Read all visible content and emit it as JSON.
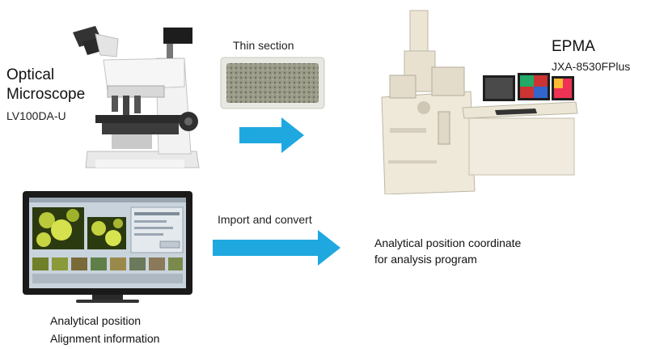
{
  "microscope": {
    "name_line1": "Optical",
    "name_line2": "Microscope",
    "model": "LV100DA-U"
  },
  "thin_section": {
    "label": "Thin section"
  },
  "epma": {
    "name": "EPMA",
    "model": "JXA-8530FPlus"
  },
  "import": {
    "label": "Import and convert"
  },
  "result": {
    "line1": "Analytical position coordinate",
    "line2": "for analysis program"
  },
  "monitor": {
    "caption_line1": "Analytical position",
    "caption_line2": "Alignment information"
  },
  "colors": {
    "arrow": "#1fa8e0",
    "instrument_body": "#efe9da",
    "monitor_frame": "#1a1a1a",
    "screen_bg": "#c9d3dc"
  }
}
